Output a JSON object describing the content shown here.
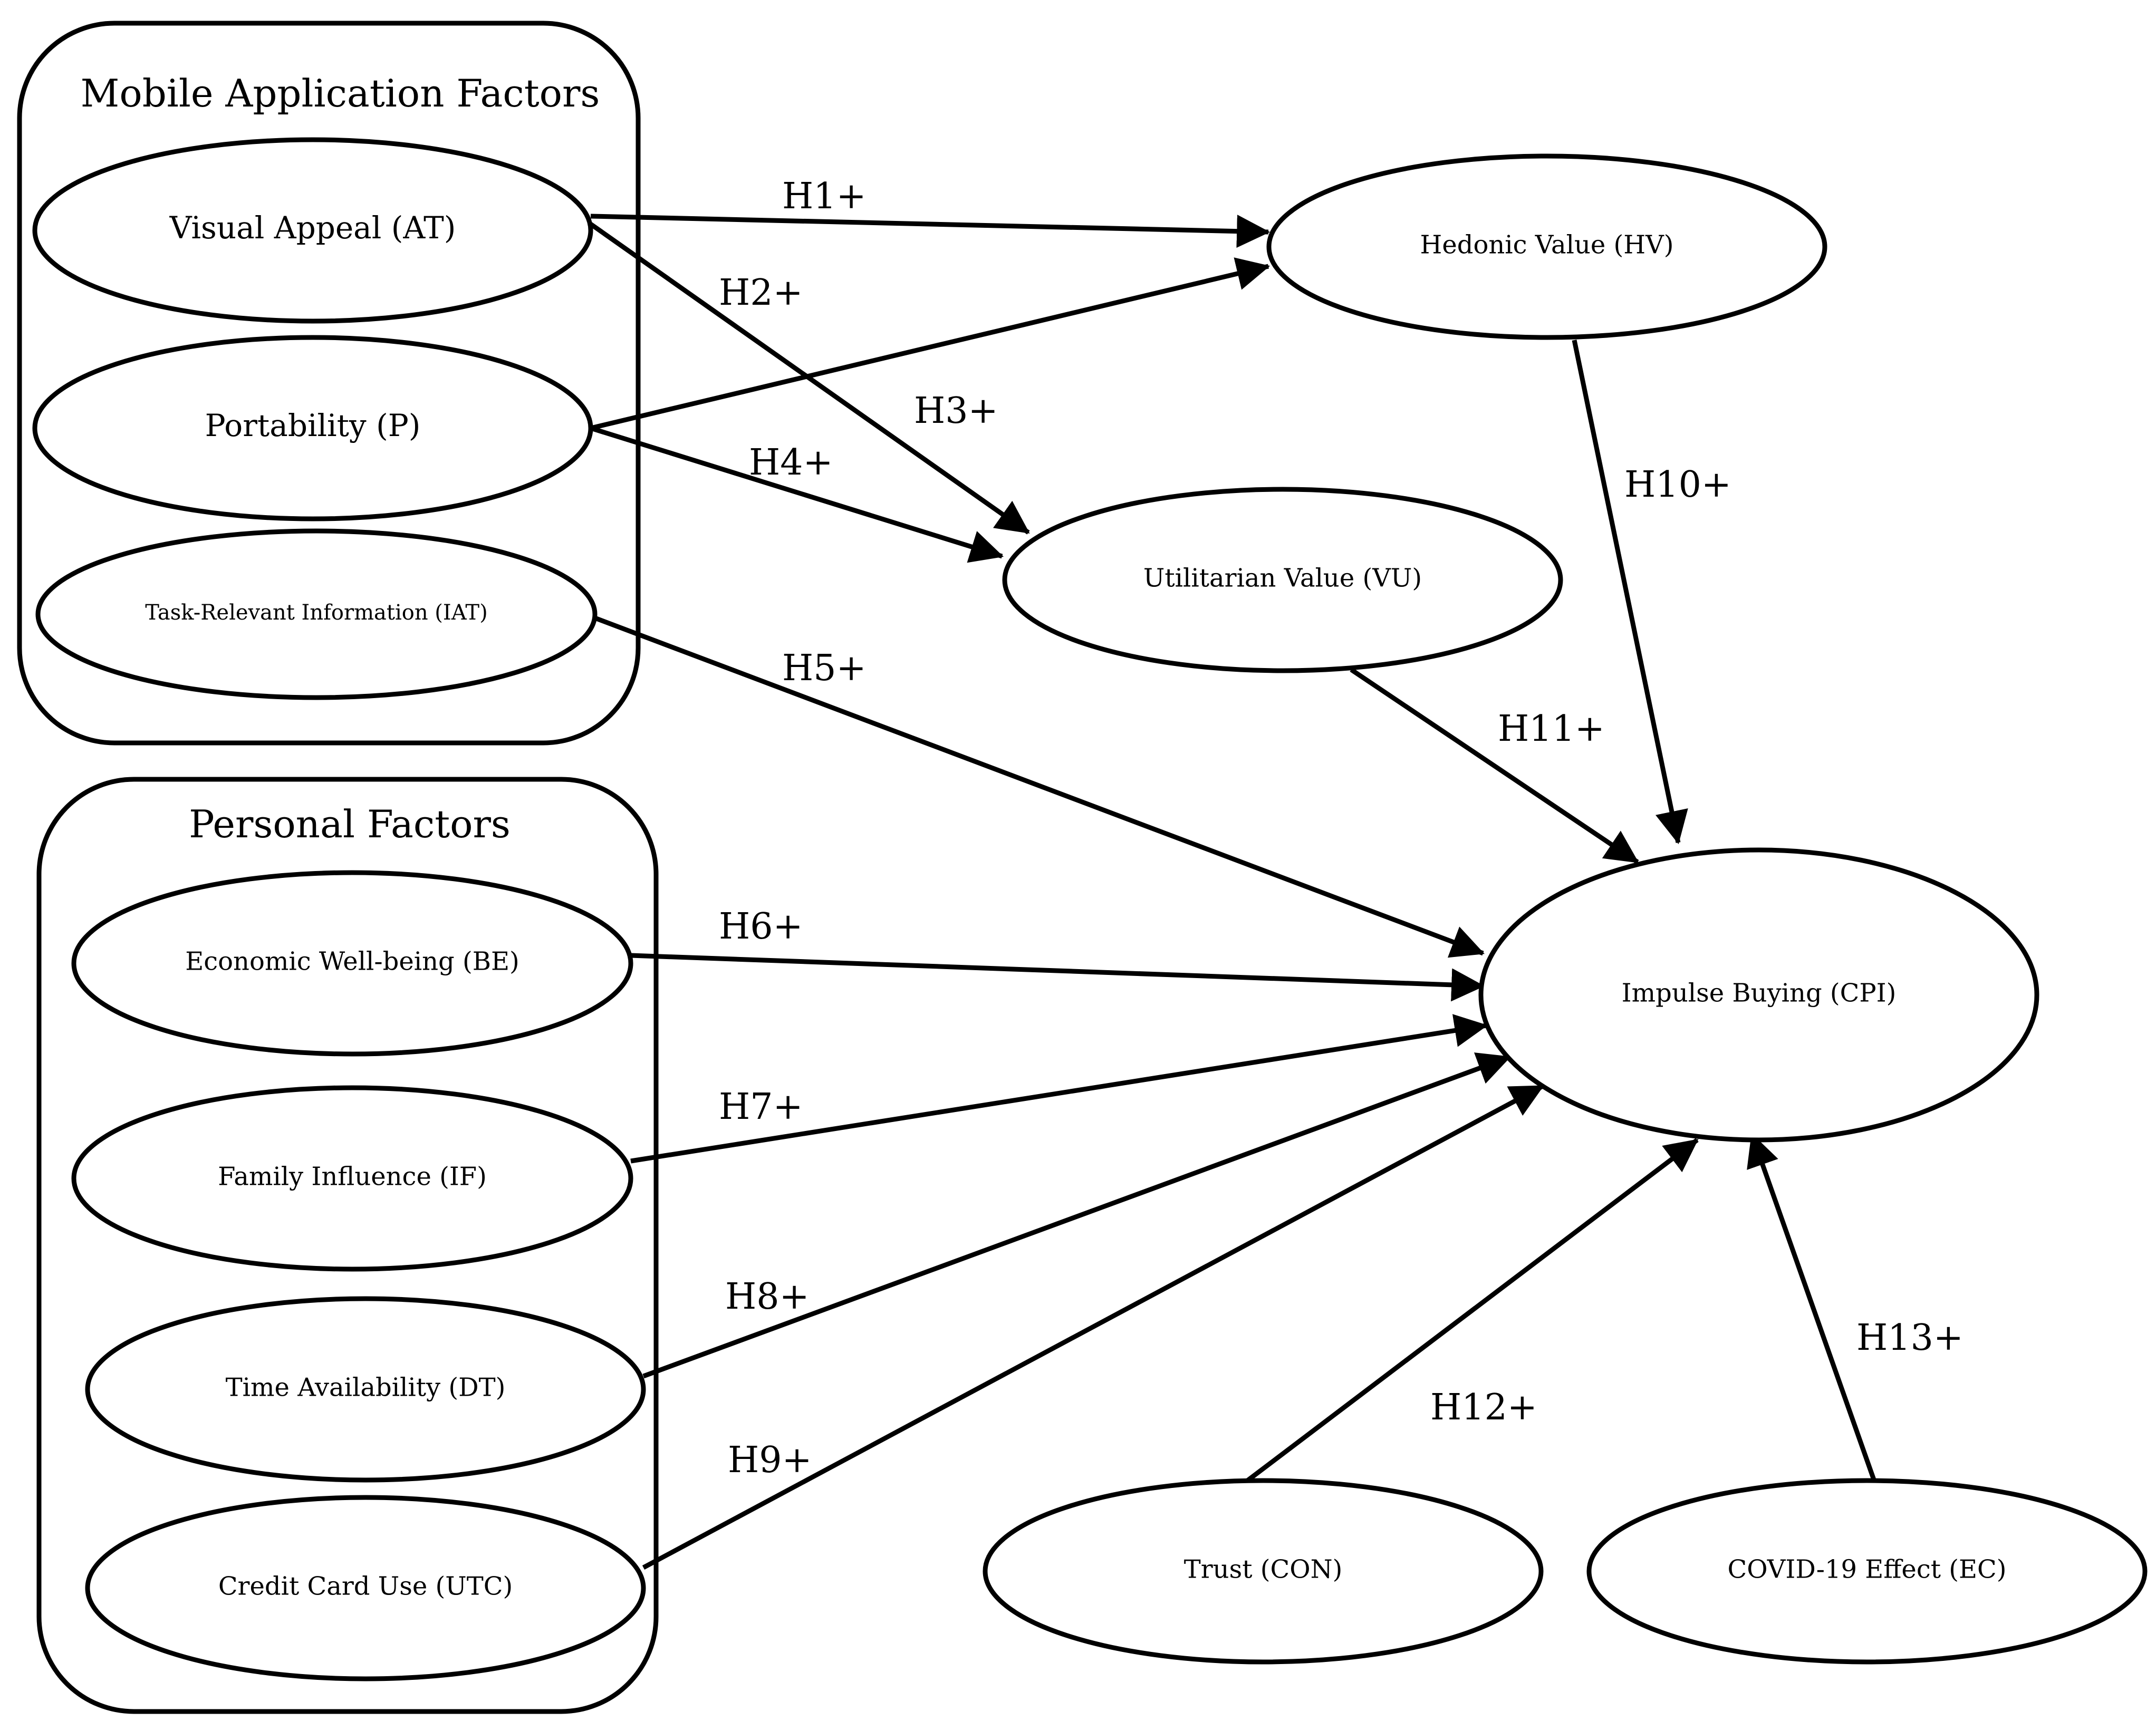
{
  "groups": {
    "mobile": {
      "title": "Mobile Application Factors"
    },
    "personal": {
      "title": "Personal Factors"
    }
  },
  "nodes": {
    "at": "Visual Appeal (AT)",
    "p": "Portability (P)",
    "iat": "Task-Relevant Information (IAT)",
    "be": "Economic Well-being (BE)",
    "if": "Family Influence (IF)",
    "dt": "Time Availability (DT)",
    "utc": "Credit Card Use (UTC)",
    "hv": "Hedonic Value (HV)",
    "vu": "Utilitarian Value (VU)",
    "cpi": "Impulse Buying (CPI)",
    "con": "Trust (CON)",
    "ec": "COVID-19 Effect (EC)"
  },
  "hypotheses": {
    "h1": "H1+",
    "h2": "H2+",
    "h3": "H3+",
    "h4": "H4+",
    "h5": "H5+",
    "h6": "H6+",
    "h7": "H7+",
    "h8": "H8+",
    "h9": "H9+",
    "h10": "H10+",
    "h11": "H11+",
    "h12": "H12+",
    "h13": "H13+"
  },
  "edges": [
    {
      "from": "at",
      "to": "hv",
      "label": "h1"
    },
    {
      "from": "at",
      "to": "vu",
      "label": "h2"
    },
    {
      "from": "p",
      "to": "hv",
      "label": "h3"
    },
    {
      "from": "p",
      "to": "vu",
      "label": "h4"
    },
    {
      "from": "iat",
      "to": "cpi",
      "label": "h5"
    },
    {
      "from": "be",
      "to": "cpi",
      "label": "h6"
    },
    {
      "from": "if",
      "to": "cpi",
      "label": "h7"
    },
    {
      "from": "dt",
      "to": "cpi",
      "label": "h8"
    },
    {
      "from": "utc",
      "to": "cpi",
      "label": "h9"
    },
    {
      "from": "hv",
      "to": "cpi",
      "label": "h10"
    },
    {
      "from": "vu",
      "to": "cpi",
      "label": "h11"
    },
    {
      "from": "con",
      "to": "cpi",
      "label": "h12"
    },
    {
      "from": "ec",
      "to": "cpi",
      "label": "h13"
    }
  ]
}
